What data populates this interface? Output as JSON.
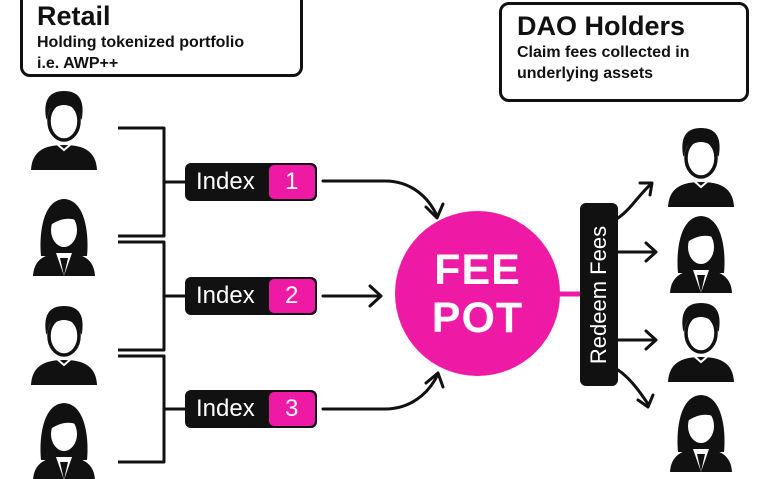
{
  "retail": {
    "title": "Retail",
    "subtitle_line1": "Holding tokenized portfolio",
    "subtitle_line2": "i.e. AWP++"
  },
  "dao": {
    "title": "DAO Holders",
    "subtitle_line1": "Claim fees collected in",
    "subtitle_line2": "underlying assets"
  },
  "indices": [
    {
      "label": "Index",
      "number": "1"
    },
    {
      "label": "Index",
      "number": "2"
    },
    {
      "label": "Index",
      "number": "3"
    }
  ],
  "fee_pot": {
    "line1": "FEE",
    "line2": "POT"
  },
  "redeem": {
    "label": "Redeem Fees"
  },
  "colors": {
    "accent": "#ee1aa6",
    "dark": "#111111"
  },
  "icons": [
    "male-user-icon",
    "female-user-icon"
  ]
}
